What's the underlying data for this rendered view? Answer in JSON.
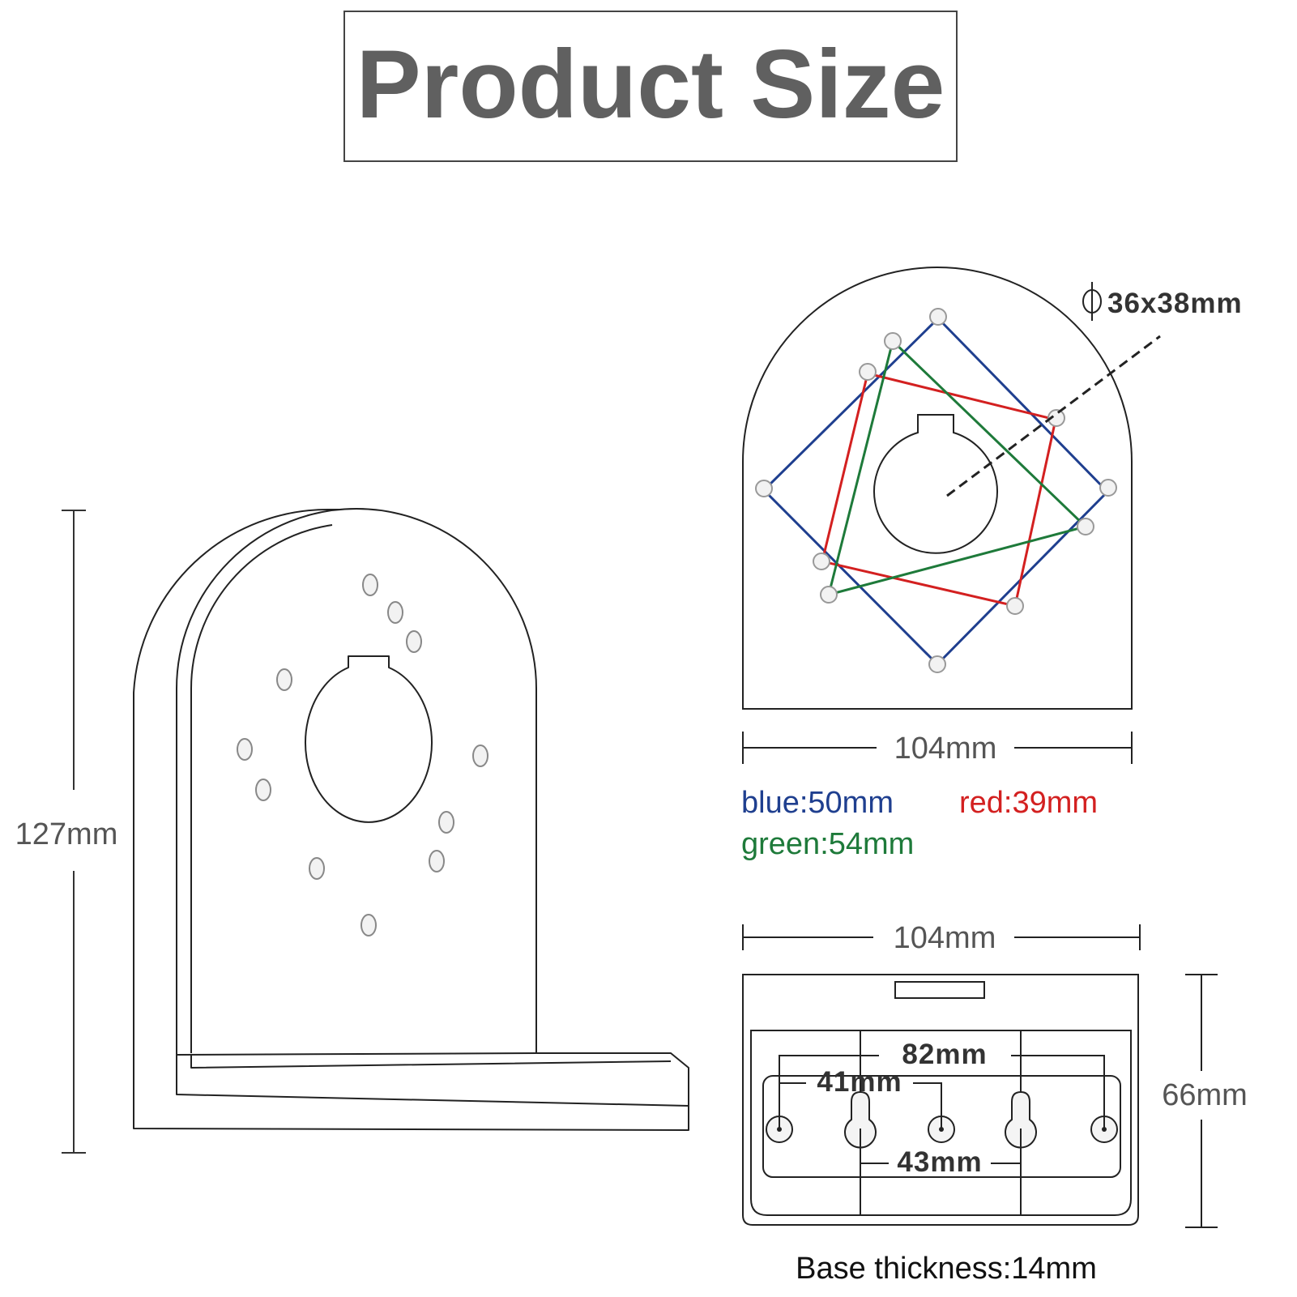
{
  "title": "Product Size",
  "dims": {
    "height": "127mm",
    "hole": "36x38mm",
    "top_width": "104mm",
    "bottom_width": "104mm",
    "depth": "66mm",
    "holes_outer": "82mm",
    "holes_inner": "41mm",
    "keyholes": "43mm"
  },
  "patterns": {
    "blue": "blue:50mm",
    "red": "red:39mm",
    "green": "green:54mm"
  },
  "base_thickness": "Base thickness:14mm",
  "colors": {
    "blue": "#1f3f8f",
    "red": "#d32020",
    "green": "#1e7a3a",
    "line": "#222222",
    "title_gray": "#606060",
    "label_gray": "#555555"
  }
}
